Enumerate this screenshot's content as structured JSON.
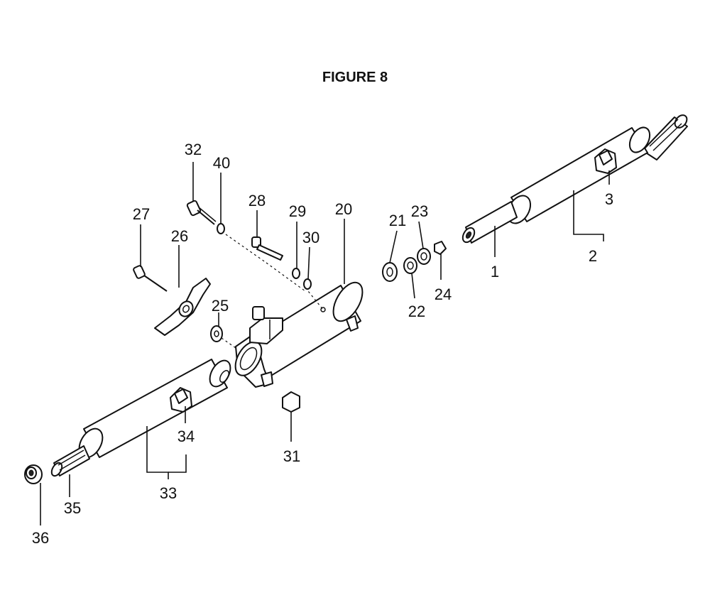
{
  "figure_title": "FIGURE 8",
  "callouts": [
    {
      "id": "1",
      "label": "1"
    },
    {
      "id": "2",
      "label": "2"
    },
    {
      "id": "3",
      "label": "3"
    },
    {
      "id": "20",
      "label": "20"
    },
    {
      "id": "21",
      "label": "21"
    },
    {
      "id": "22",
      "label": "22"
    },
    {
      "id": "23",
      "label": "23"
    },
    {
      "id": "24",
      "label": "24"
    },
    {
      "id": "25",
      "label": "25"
    },
    {
      "id": "26",
      "label": "26"
    },
    {
      "id": "27",
      "label": "27"
    },
    {
      "id": "28",
      "label": "28"
    },
    {
      "id": "29",
      "label": "29"
    },
    {
      "id": "30",
      "label": "30"
    },
    {
      "id": "31",
      "label": "31"
    },
    {
      "id": "32",
      "label": "32"
    },
    {
      "id": "33",
      "label": "33"
    },
    {
      "id": "34",
      "label": "34"
    },
    {
      "id": "35",
      "label": "35"
    },
    {
      "id": "36",
      "label": "36"
    },
    {
      "id": "40",
      "label": "40"
    }
  ]
}
